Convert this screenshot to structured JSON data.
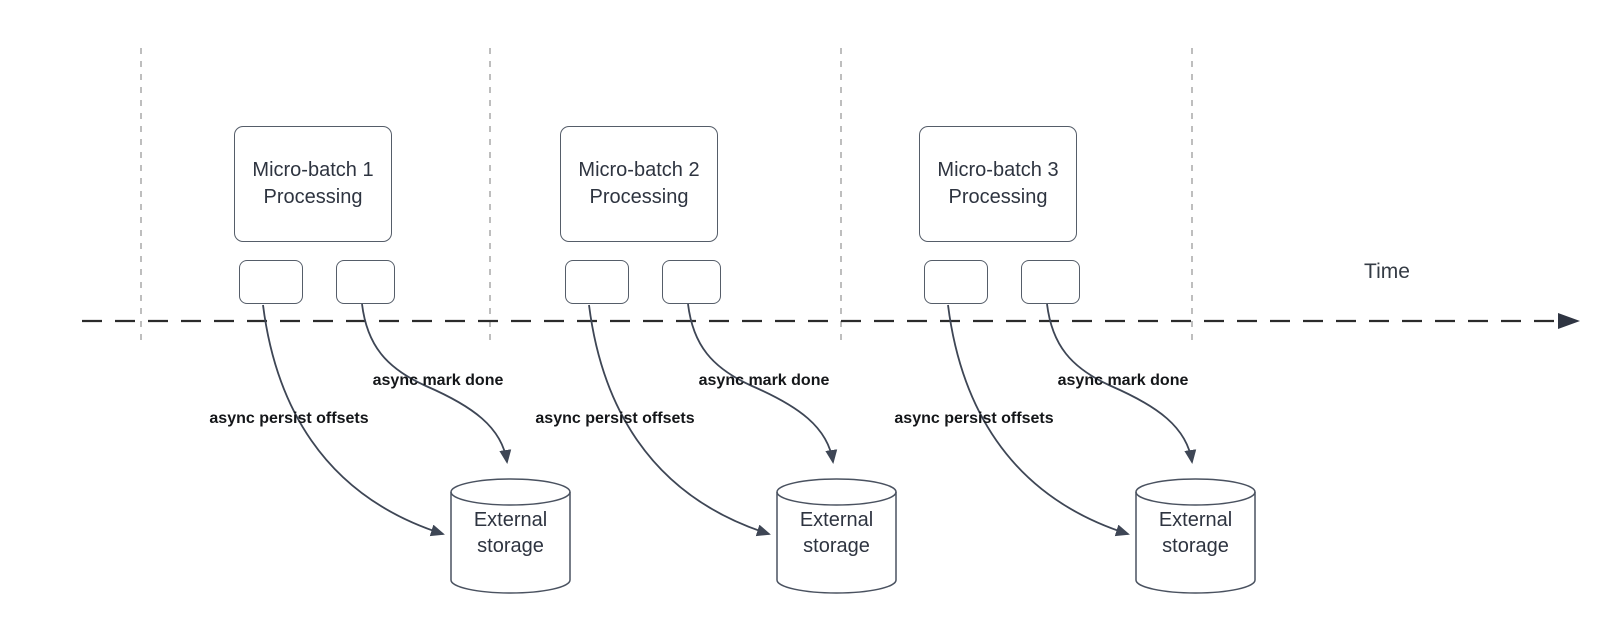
{
  "diagram": {
    "type": "flow-diagram",
    "time_label": "Time",
    "groups": [
      {
        "id": "micro-batch-1",
        "process_label": "Micro-batch 1\nProcessing",
        "persist_label": "async persist offsets",
        "mark_done_label": "async mark done",
        "storage_label": "External\nstorage"
      },
      {
        "id": "micro-batch-2",
        "process_label": "Micro-batch 2\nProcessing",
        "persist_label": "async persist offsets",
        "mark_done_label": "async mark done",
        "storage_label": "External\nstorage"
      },
      {
        "id": "micro-batch-3",
        "process_label": "Micro-batch 3\nProcessing",
        "persist_label": "async persist offsets",
        "mark_done_label": "async mark done",
        "storage_label": "External\nstorage"
      }
    ],
    "colors": {
      "background": "#ffffff",
      "shape_stroke": "#555d69",
      "arrow_stroke": "#3e4655",
      "timeline_stroke": "#2b2b2b",
      "guide_line_stroke": "#a8a8a8",
      "box_text": "#2e3440",
      "label_text": "#141619"
    }
  }
}
